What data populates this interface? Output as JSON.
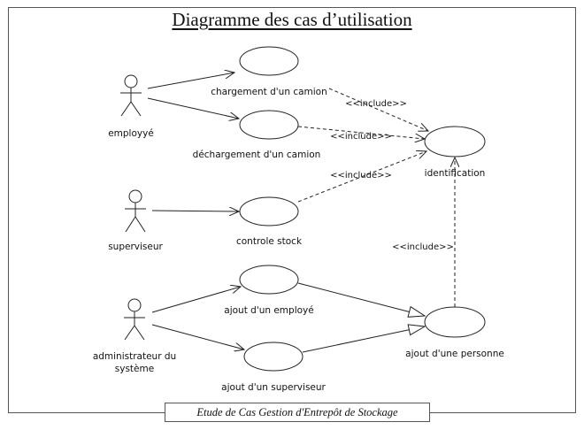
{
  "title": "Diagramme des cas d’utilisation",
  "footer": "Etude de Cas Gestion d'Entrepôt de Stockage",
  "actors": [
    {
      "id": "employe",
      "label": "employyé"
    },
    {
      "id": "superviseur",
      "label": "superviseur"
    },
    {
      "id": "administrateur",
      "label_line1": "administrateur du",
      "label_line2": "système"
    }
  ],
  "use_cases": {
    "chargement": "chargement d'un camion",
    "dechargement": "déchargement d'un camion",
    "controle": "controle stock",
    "identification": "identification",
    "ajout_employe": "ajout d'un employé",
    "ajout_superviseur": "ajout d'un superviseur",
    "ajout_personne": "ajout d'une personne"
  },
  "include_label": "<<include>>",
  "colors": {
    "line": "#222222",
    "border": "#555555"
  }
}
